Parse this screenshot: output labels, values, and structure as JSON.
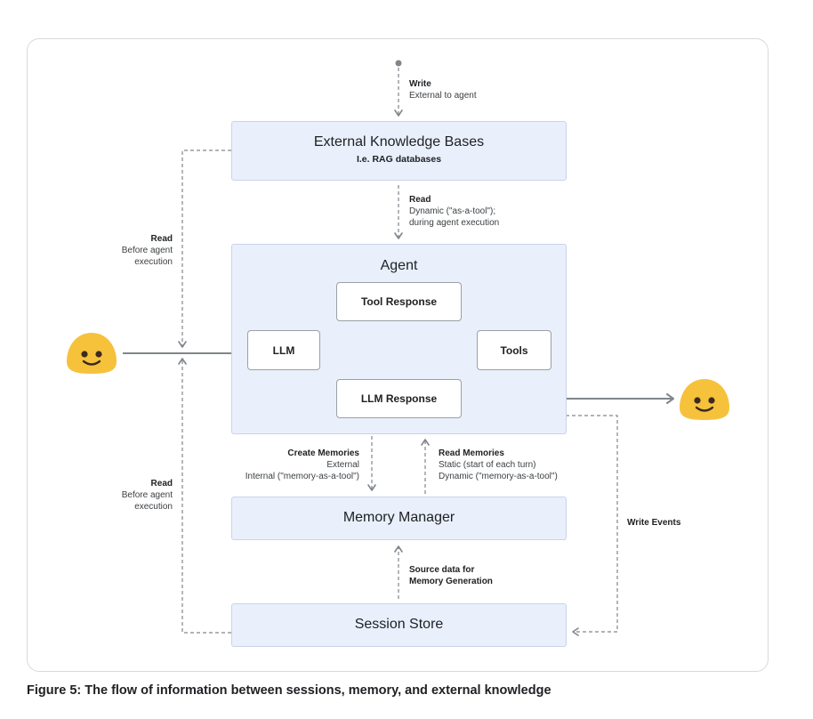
{
  "boxes": {
    "ekb_title": "External Knowledge Bases",
    "ekb_sub": "I.e. RAG databases",
    "agent_title": "Agent",
    "tool_response": "Tool Response",
    "llm": "LLM",
    "tools": "Tools",
    "llm_response": "LLM Response",
    "memory_manager": "Memory Manager",
    "session_store": "Session Store"
  },
  "labels": {
    "write_title": "Write",
    "write_sub": "External to agent",
    "read_ekb_title": "Read",
    "read_ekb_line1": "Dynamic (\"as-a-tool\");",
    "read_ekb_line2": "during agent execution",
    "read_left_top_title": "Read",
    "read_left_top_line1": "Before agent",
    "read_left_top_line2": "execution",
    "read_left_bottom_title": "Read",
    "read_left_bottom_line1": "Before agent",
    "read_left_bottom_line2": "execution",
    "create_mem_title": "Create Memories",
    "create_mem_line1": "External",
    "create_mem_line2": "Internal (\"memory-as-a-tool\")",
    "read_mem_title": "Read Memories",
    "read_mem_line1": "Static (start of each turn)",
    "read_mem_line2": "Dynamic (\"memory-as-a-tool\")",
    "write_events": "Write Events",
    "source_data_line1": "Source data for",
    "source_data_line2": "Memory Generation"
  },
  "caption": "Figure 5: The flow of information between sessions, memory, and external knowledge",
  "icons": {
    "user_left": "smiley-face-icon",
    "user_right": "smiley-face-icon"
  },
  "colors": {
    "box_fill": "#e9f0fc",
    "box_border": "#c8d4ea",
    "arrow": "#80868b",
    "emoji_face": "#f6c23b"
  }
}
